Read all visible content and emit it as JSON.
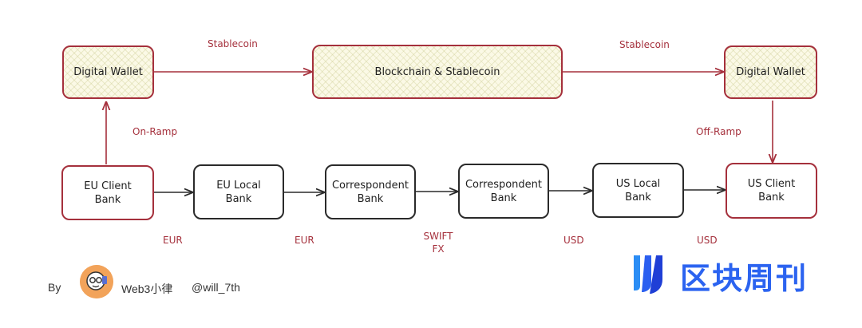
{
  "nodes": {
    "wallet_left": "Digital Wallet",
    "blockchain": "Blockchain & Stablecoin",
    "wallet_right": "Digital Wallet",
    "eu_client": "EU Client\nBank",
    "eu_local": "EU Local\nBank",
    "corr1": "Correspondent\nBank",
    "corr2": "Correspondent\nBank",
    "us_local": "US Local\nBank",
    "us_client": "US Client\nBank"
  },
  "labels": {
    "stablecoin_left": "Stablecoin",
    "stablecoin_right": "Stablecoin",
    "onramp": "On-Ramp",
    "offramp": "Off-Ramp",
    "eur1": "EUR",
    "eur2": "EUR",
    "swift": "SWIFT\nFX",
    "usd1": "USD",
    "usd2": "USD"
  },
  "footer": {
    "by": "By",
    "author": "Web3小律",
    "handle": "@will_7th",
    "brand": "区块周刊"
  },
  "colors": {
    "accent": "#a5303c",
    "brand": "#2b63f0"
  }
}
